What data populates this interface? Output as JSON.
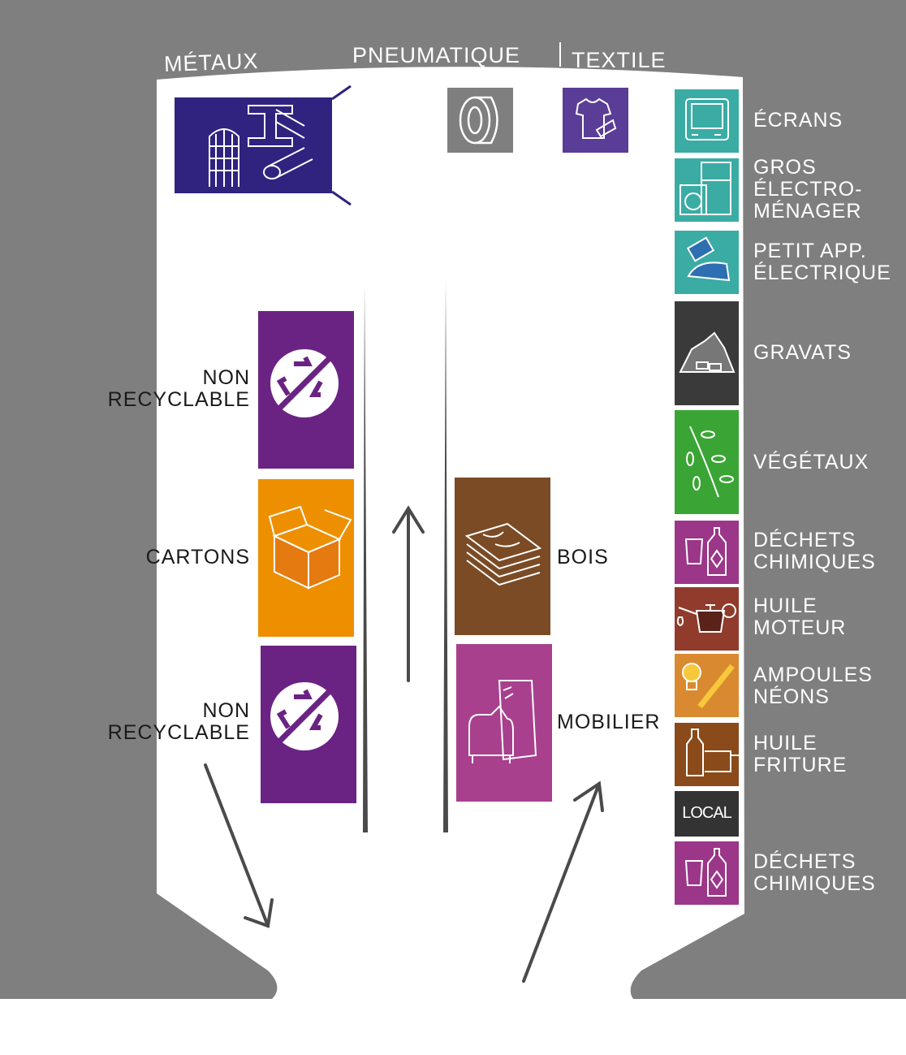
{
  "colors": {
    "ground": "#7f7f7f",
    "floor": "#ffffff",
    "metaux": "#30237f",
    "pneumatique": "#7f7f7f",
    "textile": "#5a3d96",
    "non_recyclable": "#6a2383",
    "cartons": "#ee8f00",
    "bois": "#7a4b25",
    "mobilier": "#a8408e",
    "ecrans": "#3aaca4",
    "gros_electromenager": "#3aaca4",
    "petit_app": "#3aaca4",
    "gravats": "#3a3a3a",
    "vegetaux": "#3aa535",
    "dechets_chimiques": "#9b3689",
    "huile_moteur": "#913b2c",
    "ampoules": "#d98a30",
    "huile_friture": "#8a4a1a",
    "local": "#333333"
  },
  "top": {
    "metaux": "MÉTAUX",
    "pneumatique": "PNEUMATIQUE",
    "textile": "TEXTILE"
  },
  "left": {
    "non_recyclable_1": "NON\nRECYCLABLE",
    "cartons": "CARTONS",
    "non_recyclable_2": "NON\nRECYCLABLE"
  },
  "right": {
    "bois": "BOIS",
    "mobilier": "MOBILIER"
  },
  "side": {
    "ecrans": "ÉCRANS",
    "gros_electromenager": "GROS\nÉLECTRO-\nMÉNAGER",
    "petit_app": "PETIT APP.\nÉLECTRIQUE",
    "gravats": "GRAVATS",
    "vegetaux": "VÉGÉTAUX",
    "dechets_chimiques_1": "DÉCHETS\nCHIMIQUES",
    "huile_moteur": "HUILE\nMOTEUR",
    "ampoules": "AMPOULES\nNÉONS",
    "huile_friture": "HUILE\nFRITURE",
    "local_label": "LOCAL",
    "dechets_chimiques_2": "DÉCHETS\nCHIMIQUES"
  },
  "icons": {
    "metaux": "metal-beams-icon",
    "pneumatique": "tire-icon",
    "textile": "clothes-icon",
    "non_recyclable": "no-recycling-icon",
    "cartons": "cardboard-box-icon",
    "bois": "wood-planks-icon",
    "mobilier": "furniture-icon",
    "ecrans": "tv-icon",
    "gros_electromenager": "appliances-icon",
    "petit_app": "iron-icon",
    "gravats": "rubble-icon",
    "vegetaux": "branch-icon",
    "dechets_chimiques": "chemical-bottle-icon",
    "huile_moteur": "oil-can-icon",
    "ampoules": "bulb-icon",
    "huile_friture": "frying-oil-icon"
  }
}
